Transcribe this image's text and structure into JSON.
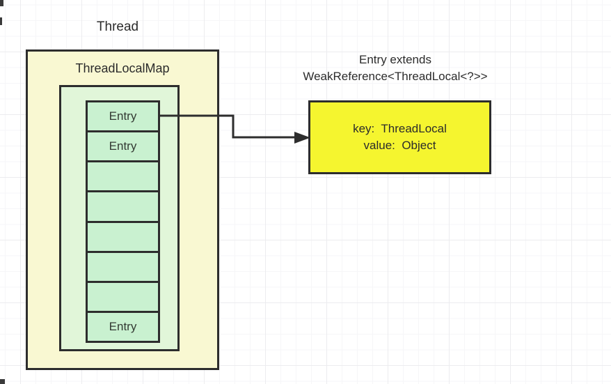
{
  "diagram": {
    "thread_label": "Thread",
    "map_box": {
      "title": "ThreadLocalMap"
    },
    "stack": {
      "cells": [
        {
          "label": "Entry"
        },
        {
          "label": "Entry"
        },
        {
          "label": ""
        },
        {
          "label": ""
        },
        {
          "label": ""
        },
        {
          "label": ""
        },
        {
          "label": ""
        },
        {
          "label": "Entry"
        }
      ]
    },
    "entry_note": {
      "line1": "Entry extends",
      "line2": "WeakReference<ThreadLocal<?>>"
    },
    "entry_detail": {
      "line1": "key:  ThreadLocal",
      "line2": "value:  Object"
    },
    "colors": {
      "map_fill": "#f9f8d2",
      "container_fill": "#e1f6d9",
      "cell_fill": "#c9f1d0",
      "detail_fill": "#f5f52f",
      "border": "#2d2d2d"
    }
  }
}
